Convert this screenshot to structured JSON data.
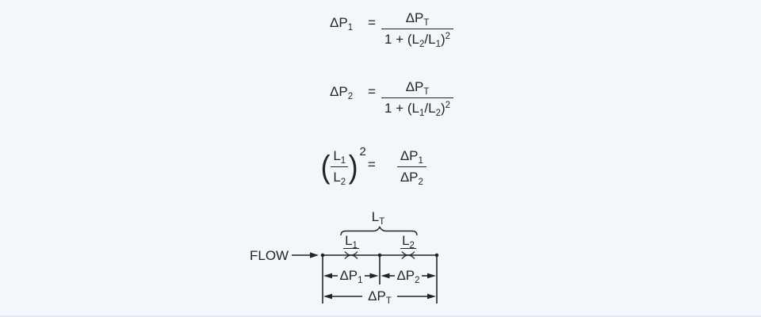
{
  "colors": {
    "bg": "#f3f7fc",
    "ink": "#242424",
    "edge": "#e4e9f1"
  },
  "formulas": {
    "f1": {
      "lhs": {
        "main": "ΔP",
        "sub": "1"
      },
      "eq": "=",
      "frac": {
        "num": {
          "main": "ΔP",
          "sub": "T"
        },
        "den": {
          "p1": "1 + (L",
          "s1": "2",
          "p2": "/L",
          "s2": "1",
          "p3": ")",
          "sup": "2"
        }
      }
    },
    "f2": {
      "lhs": {
        "main": "ΔP",
        "sub": "2"
      },
      "eq": "=",
      "frac": {
        "num": {
          "main": "ΔP",
          "sub": "T"
        },
        "den": {
          "p1": "1 + (L",
          "s1": "1",
          "p2": "/L",
          "s2": "2",
          "p3": ")",
          "sup": "2"
        }
      }
    },
    "f3": {
      "lparen": "(",
      "lfrac": {
        "num": {
          "main": "L",
          "sub": "1"
        },
        "den": {
          "main": "L",
          "sub": "2"
        }
      },
      "rparen": ")",
      "sup": "2",
      "eq": "=",
      "rfrac": {
        "num": {
          "main": "ΔP",
          "sub": "1"
        },
        "den": {
          "main": "ΔP",
          "sub": "2"
        }
      }
    }
  },
  "diagram": {
    "flow": "FLOW",
    "lt": {
      "main": "L",
      "sub": "T"
    },
    "l1": {
      "main": "L",
      "sub": "1"
    },
    "l2": {
      "main": "L",
      "sub": "2"
    },
    "dp1": {
      "main": "ΔP",
      "sub": "1"
    },
    "dp2": {
      "main": "ΔP",
      "sub": "2"
    },
    "dpt": {
      "main": "ΔP",
      "sub": "T"
    }
  }
}
